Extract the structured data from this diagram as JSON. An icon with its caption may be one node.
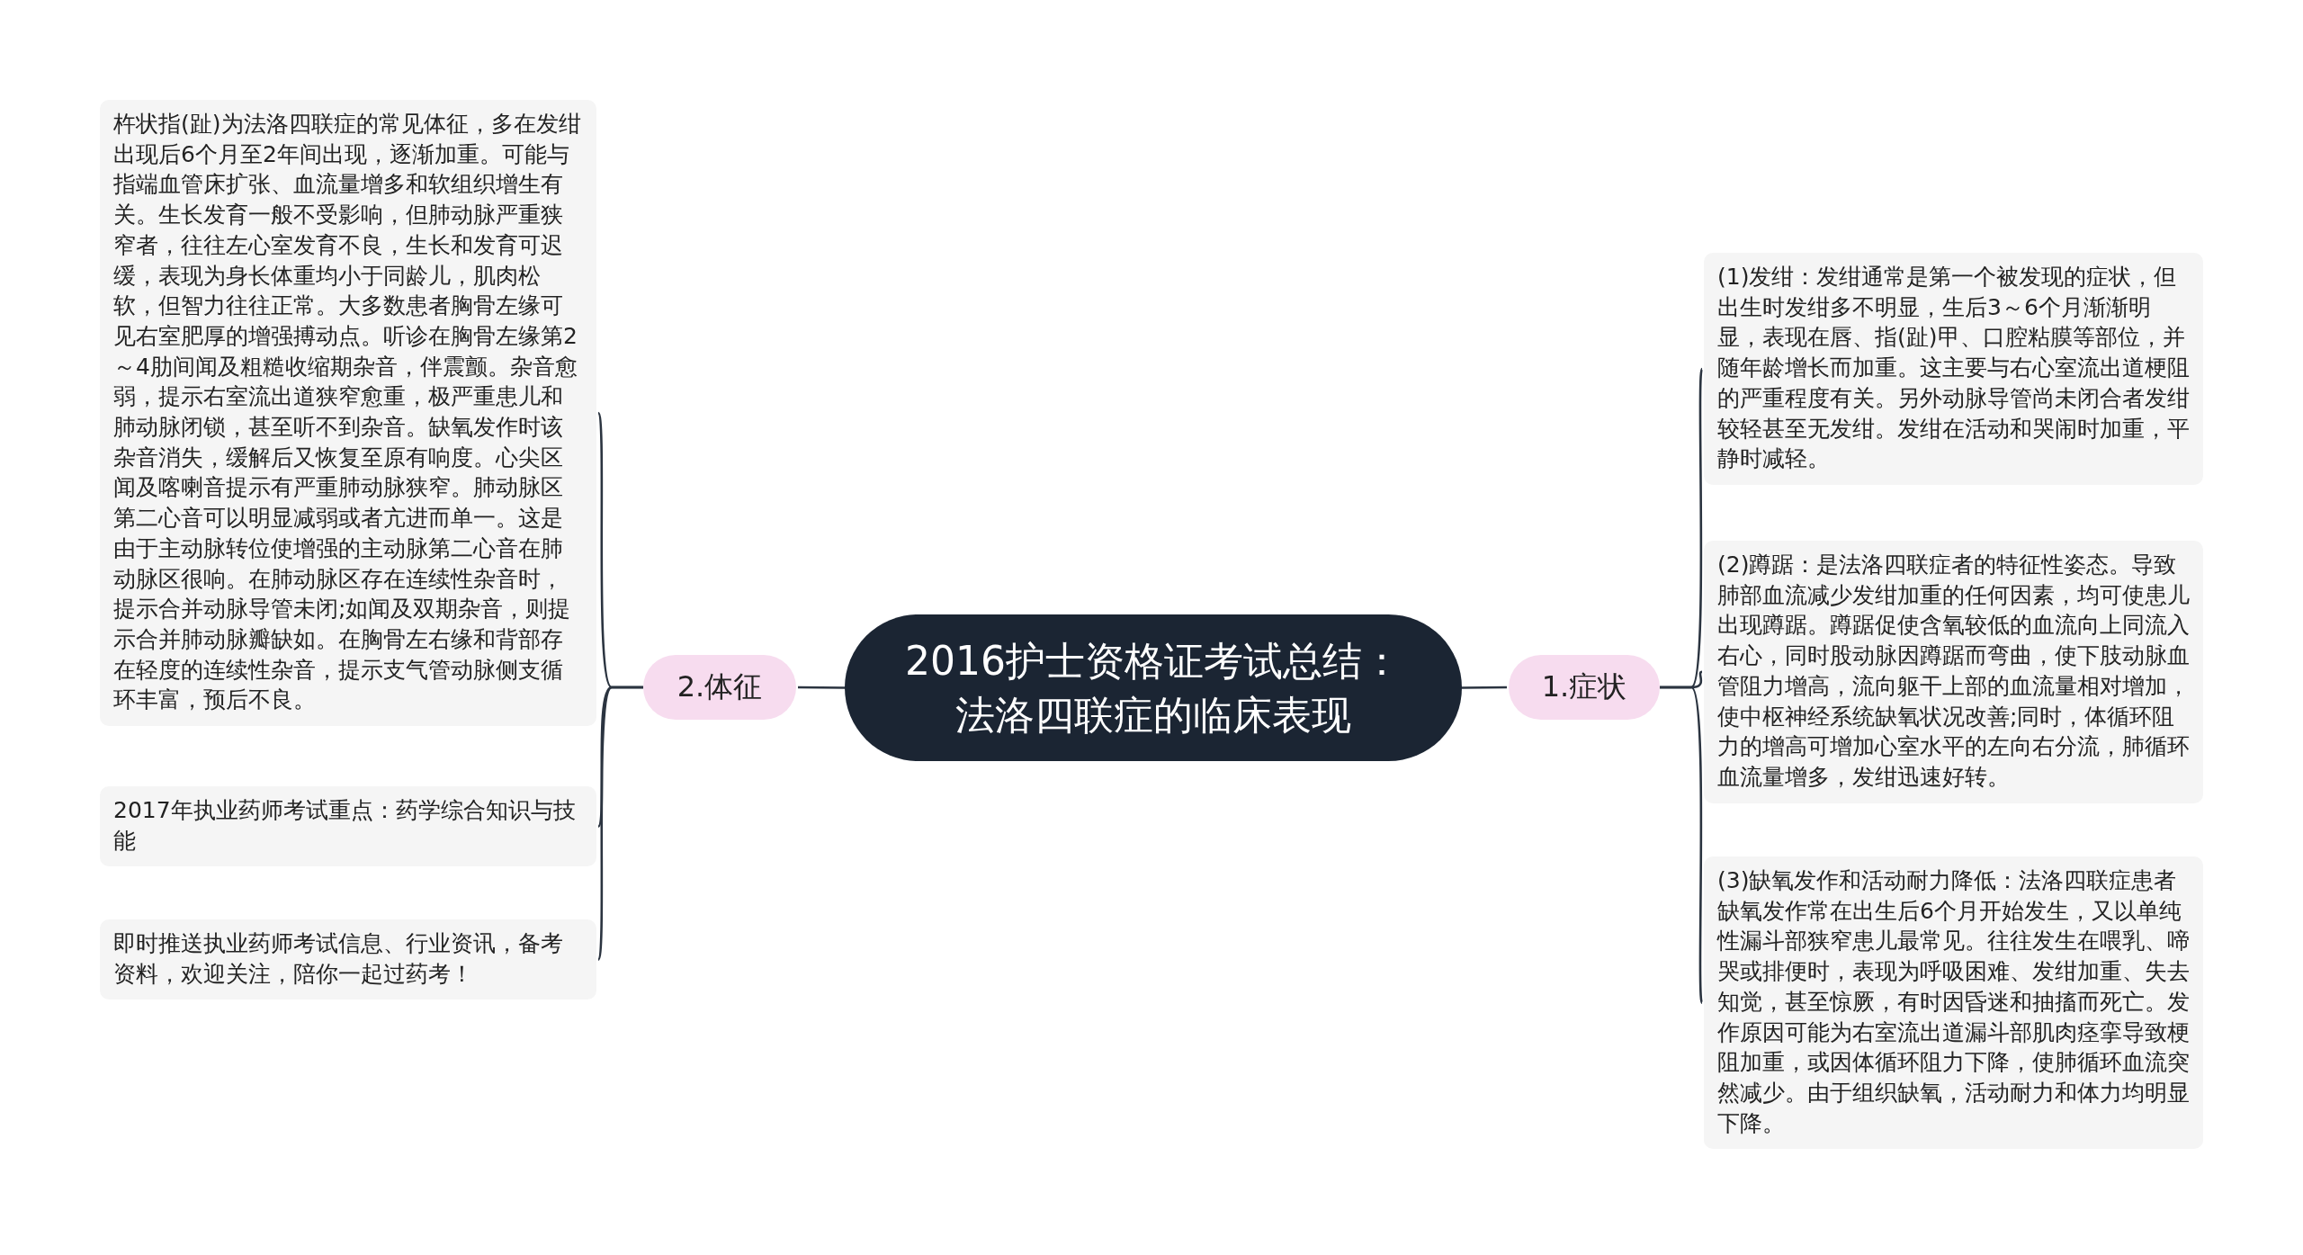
{
  "diagram": {
    "nodes": [
      {
        "text": [
          "2016护士资格证考试总结：法洛四联症的临床表现"
        ]
      },
      {
        "text": [
          "1.症状"
        ]
      },
      {
        "text": [
          "(1)发绀：发绀通常是第一个被发现的症状，但出生时发绀多不明显，生后3～6个月渐渐明显，表现在唇、指(趾)甲、口腔粘膜等部位，并随年龄增长而加重。这主要与右心室流出道梗阻的严重程度有关。另外动脉导管尚未闭合者发绀较轻甚至无发绀。发绀在活动和哭闹时加重，平静时减轻。"
        ]
      },
      {
        "text": [
          "(2)蹲踞：是法洛四联症者的特征性姿态。导致肺部血流减少发绀加重的任何因素，均可使患儿出现蹲踞。蹲踞促使含氧较低的血流向上同流入右心，同时股动脉因蹲踞而弯曲，使下肢动脉血管阻力增高，流向躯干上部的血流量相对增加，使中枢神经系统缺氧状况改善;同时，体循环阻力的增高可增加心室水平的左向右分流，肺循环血流量增多，发绀迅速好转。"
        ]
      },
      {
        "text": [
          "(3)缺氧发作和活动耐力降低：法洛四联症患者缺氧发作常在出生后6个月开始发生，又以单纯性漏斗部狭窄患儿最常见。往往发生在喂乳、啼哭或排便时，表现为呼吸困难、发绀加重、失去知觉，甚至惊厥，有时因昏迷和抽搐而死亡。发作原因可能为右室流出道漏斗部肌肉痉挛导致梗阻加重，或因体循环阻力下降，使肺循环血流突然减少。由于组织缺氧，活动耐力和体力均明显下降。"
        ]
      },
      {
        "text": [
          "2.体征"
        ]
      },
      {
        "text": [
          "杵状指(趾)为法洛四联症的常见体征，多在发绀出现后6个月至2年间出现，逐渐加重。可能与指端血管床扩张、血流量增多和软组织增生有关。生长发育一般不受影响，但肺动脉严重狭窄者，往往左心室发育不良，生长和发育可迟缓，表现为身长体重均小于同龄儿，肌肉松软，但智力往往正常。大多数患者胸骨左缘可见右室肥厚的增强搏动点。听诊在胸骨左缘第2～4肋间闻及粗糙收缩期杂音，伴震颤。杂音愈弱，提示右室流出道狭窄愈重，极严重患儿和肺动脉闭锁，甚至听不到杂音。缺氧发作时该杂音消失，缓解后又恢复至原有响度。心尖区闻及喀喇音提示有严重肺动脉狭窄。肺动脉区第二心音可以明显减弱或者亢进而单一。这是由于主动脉转位使增强的主动脉第二心音在肺动脉区很响。在肺动脉区存在连续性杂音时，提示合并动脉导管未闭;如闻及双期杂音，则提示合并肺动脉瓣缺如。在胸骨左右缘和背部存在轻度的连续性杂音，提示支气管动脉侧支循环丰富，预后不良。"
        ]
      },
      {
        "text": [
          "2017年执业药师考试重点：药学综合知识与技能"
        ]
      },
      {
        "text": [
          "即时推送执业药师考试信息、行业资讯，备考资料，欢迎关注，陪你一起过药考！"
        ]
      }
    ],
    "edges": [
      {
        "from": 0,
        "to": 1,
        "arrow": "none"
      },
      {
        "from": 1,
        "to": 2,
        "arrow": "none"
      },
      {
        "from": 1,
        "to": 3,
        "arrow": "none"
      },
      {
        "from": 1,
        "to": 4,
        "arrow": "none"
      },
      {
        "from": 0,
        "to": 5,
        "arrow": "none"
      },
      {
        "from": 5,
        "to": 6,
        "arrow": "none"
      },
      {
        "from": 5,
        "to": 7,
        "arrow": "none"
      },
      {
        "from": 5,
        "to": 8,
        "arrow": "none"
      }
    ]
  }
}
